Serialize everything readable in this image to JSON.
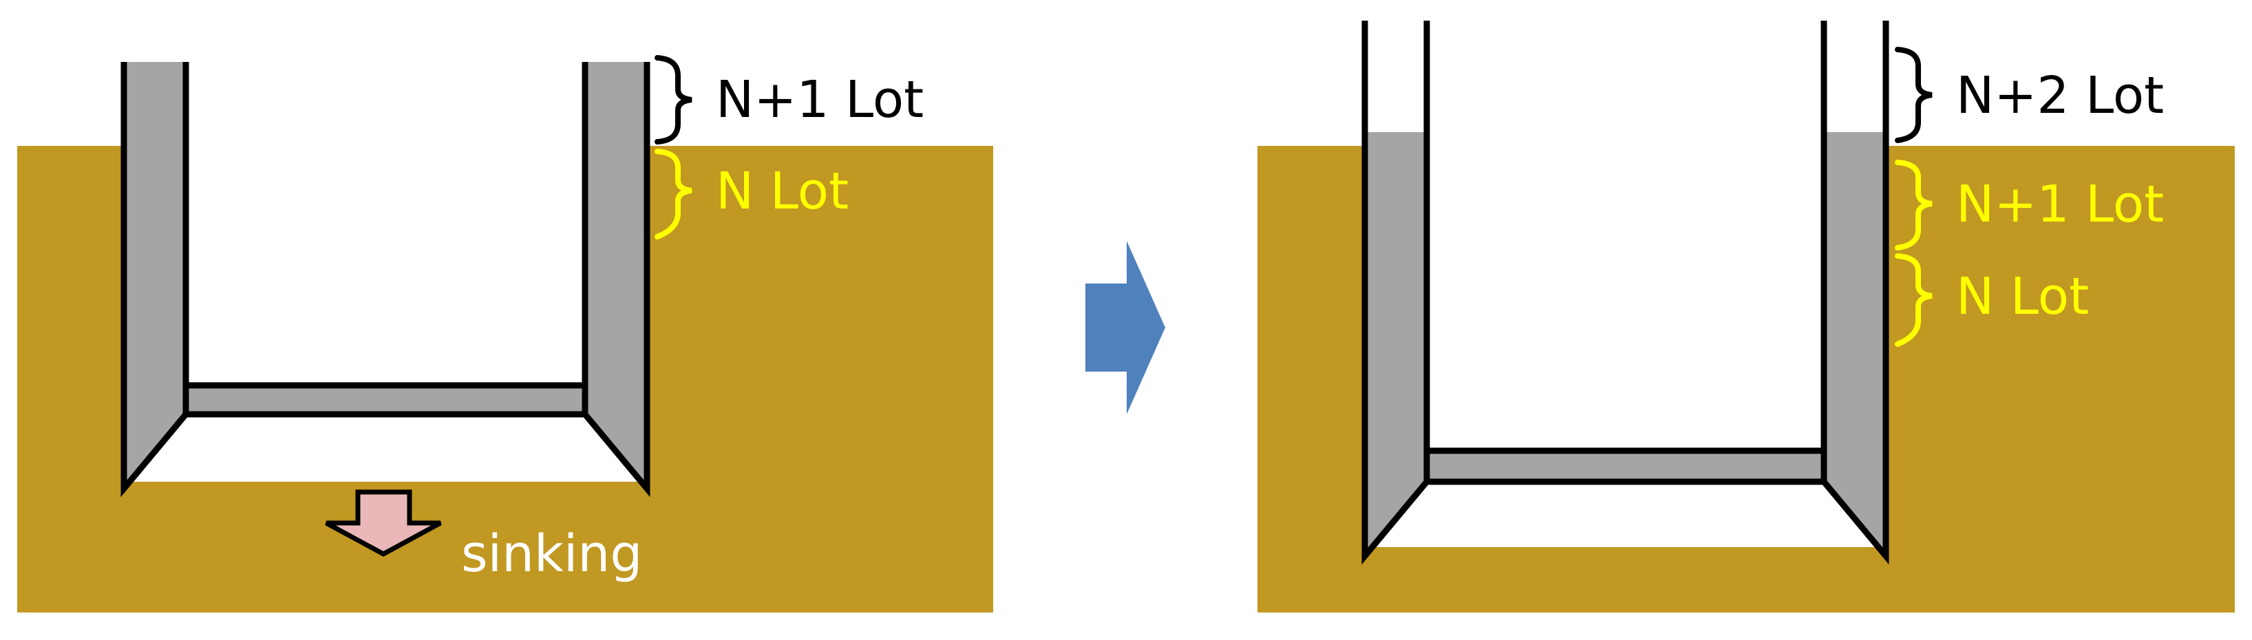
{
  "colors": {
    "soil": "#c19822",
    "wall": "#a5a5a5",
    "outline": "#000000",
    "label_black": "#000000",
    "label_yellow": "#ffff00",
    "label_white": "#ffffff",
    "sink_arrow_fill": "#eab8b8",
    "transition_arrow": "#4f81bd",
    "background": "#ffffff"
  },
  "left_panel": {
    "labels": {
      "upper": "N+1 Lot",
      "lower": "N Lot"
    },
    "sinking_label": "sinking"
  },
  "right_panel": {
    "labels": {
      "top": "N+2 Lot",
      "middle": "N+1 Lot",
      "bottom": "N Lot"
    }
  }
}
